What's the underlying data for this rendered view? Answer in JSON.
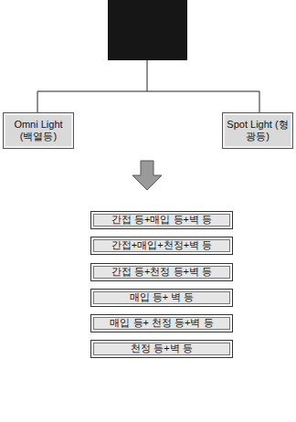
{
  "diagram": {
    "nodes": [
      {
        "text": [
          "Omni Light (백열등)"
        ]
      },
      {
        "text": [
          "Spot Light (형광등)"
        ]
      },
      {
        "text": [
          "간접 등+매입 등+벽 등"
        ]
      },
      {
        "text": [
          "간접+매입+천정+벽 등"
        ]
      },
      {
        "text": [
          "간접 등+천정 등+벽 등"
        ]
      },
      {
        "text": [
          "매입 등+ 벽 등"
        ]
      },
      {
        "text": [
          "매입 등+ 천정 등+벽 등"
        ]
      },
      {
        "text": [
          "천정 등+벽 등"
        ]
      }
    ]
  }
}
